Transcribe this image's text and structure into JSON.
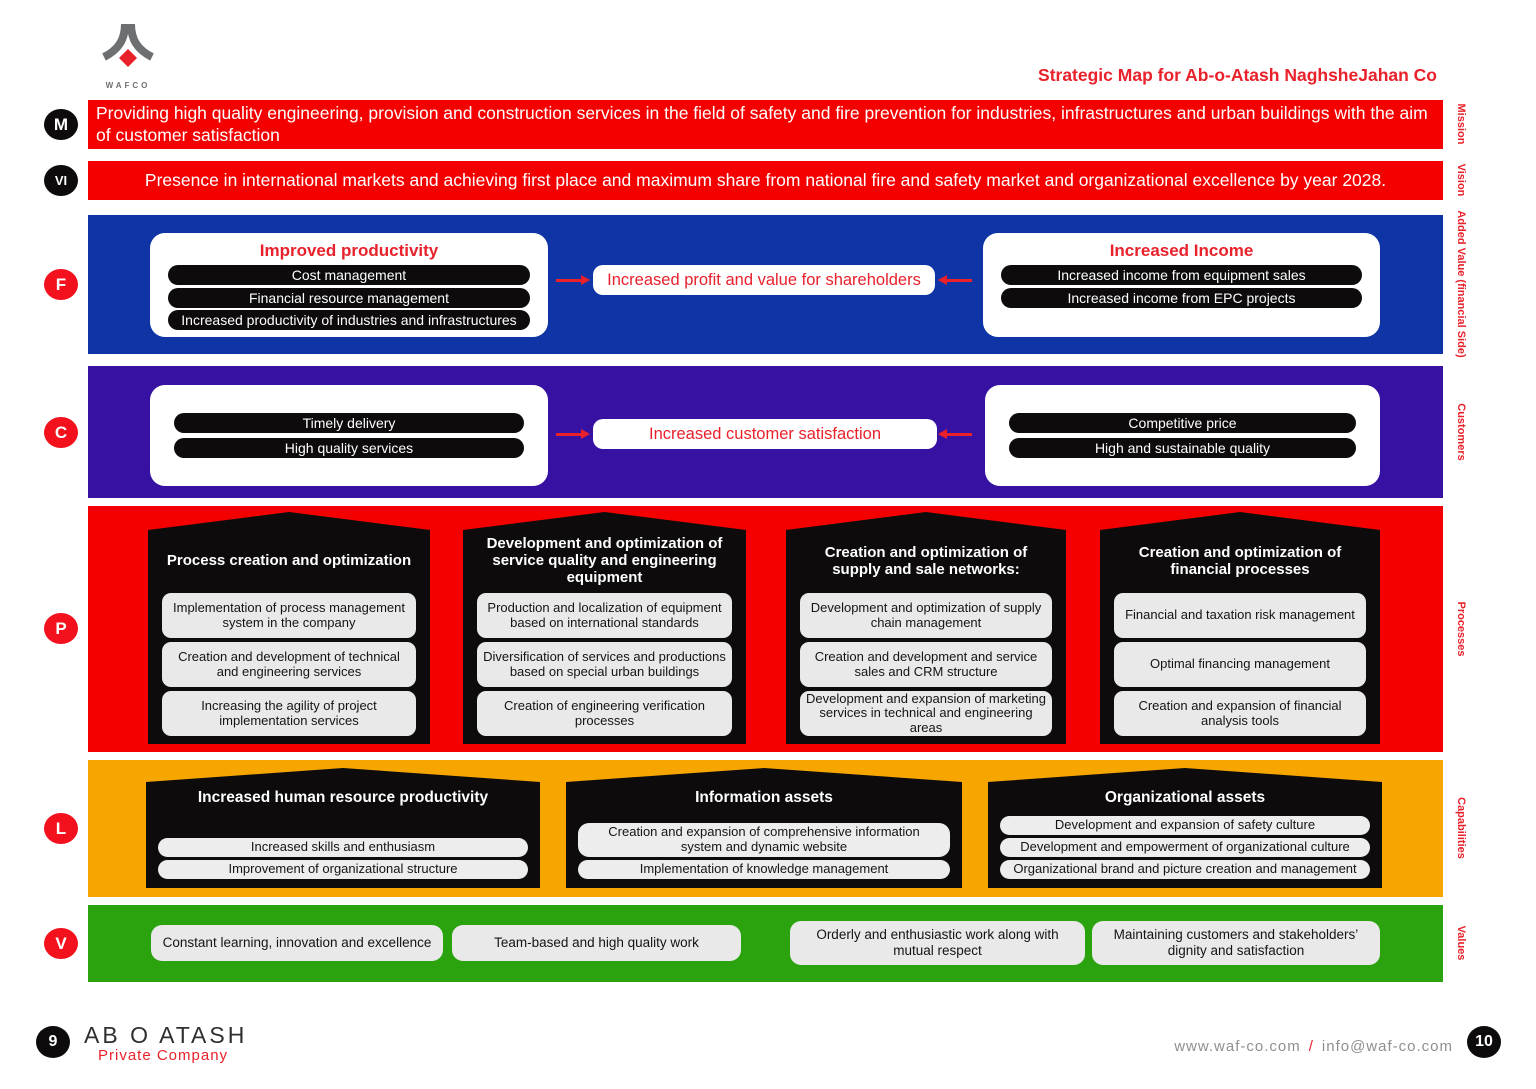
{
  "header": {
    "logo_text": "WAFCO",
    "title": "Strategic Map for Ab-o-Atash NaghsheJahan Co"
  },
  "bands": {
    "mission": {
      "letter": "M",
      "side_label": "Mission",
      "text": "Providing high quality engineering, provision and construction services in the field of safety and fire prevention for industries, infrastructures and urban buildings with the aim of customer satisfaction"
    },
    "vision": {
      "letter": "VI",
      "side_label": "Vision",
      "text": "Presence in international markets and achieving first place and maximum share from national fire and safety market and organizational excellence by year 2028."
    },
    "financial": {
      "letter": "F",
      "side_label": "Added Value (financial Side)",
      "left": {
        "title": "Improved productivity",
        "items": [
          "Cost management",
          "Financial resource management",
          "Increased productivity of industries and infrastructures"
        ]
      },
      "center": "Increased profit and value for shareholders",
      "right": {
        "title": "Increased Income",
        "items": [
          "Increased income from equipment sales",
          "Increased income from EPC projects"
        ]
      }
    },
    "customers": {
      "letter": "C",
      "side_label": "Customers",
      "left_items": [
        "Timely delivery",
        "High quality services"
      ],
      "center": "Increased customer satisfaction",
      "right_items": [
        "Competitive price",
        "High and sustainable quality"
      ]
    },
    "processes": {
      "letter": "P",
      "side_label": "Processes",
      "groups": [
        {
          "title": "Process creation and optimization",
          "items": [
            "Implementation of process management system in the company",
            "Creation and development of technical and engineering services",
            "Increasing the agility of project implementation services"
          ]
        },
        {
          "title": "Development and optimization of service quality and engineering equipment",
          "items": [
            "Production and localization of equipment based on international standards",
            "Diversification of services and productions based on special urban buildings",
            "Creation of engineering verification processes"
          ]
        },
        {
          "title": "Creation and optimization of supply and sale networks:",
          "items": [
            "Development and optimization of supply chain management",
            "Creation and development and service sales and CRM structure",
            "Development and expansion of marketing services in technical and engineering areas"
          ]
        },
        {
          "title": "Creation and optimization of financial processes",
          "items": [
            "Financial and taxation risk management",
            "Optimal financing management",
            "Creation and expansion of financial analysis tools"
          ]
        }
      ]
    },
    "capabilities": {
      "letter": "L",
      "side_label": "Capabilities",
      "groups": [
        {
          "title": "Increased human resource productivity",
          "items": [
            "Increased skills and enthusiasm",
            "Improvement of organizational structure"
          ]
        },
        {
          "title": "Information assets",
          "items": [
            "Creation and expansion of comprehensive information system and dynamic website",
            "Implementation of knowledge management"
          ]
        },
        {
          "title": "Organizational assets",
          "items": [
            "Development and expansion of safety culture",
            "Development and empowerment of organizational culture",
            "Organizational brand and picture creation and management"
          ]
        }
      ]
    },
    "values": {
      "letter": "V",
      "side_label": "Values",
      "items": [
        "Constant learning, innovation and excellence",
        "Team-based and high quality work",
        "Orderly and enthusiastic work along with mutual respect",
        "Maintaining customers and stakeholders’ dignity and satisfaction"
      ]
    }
  },
  "footer": {
    "page_left": "9",
    "company_name": "AB O ATASH",
    "company_type": "Private Company",
    "website": "www.waf-co.com",
    "separator": "/",
    "email": "info@waf-co.com",
    "page_right": "10"
  },
  "colors": {
    "band_red": "#f40000",
    "band_blue": "#0e34a6",
    "band_indigo": "#3711a2",
    "band_orange": "#f7a600",
    "band_green": "#2ba30f",
    "accent_red": "#e8212b",
    "box_black": "#0d0b0c"
  }
}
